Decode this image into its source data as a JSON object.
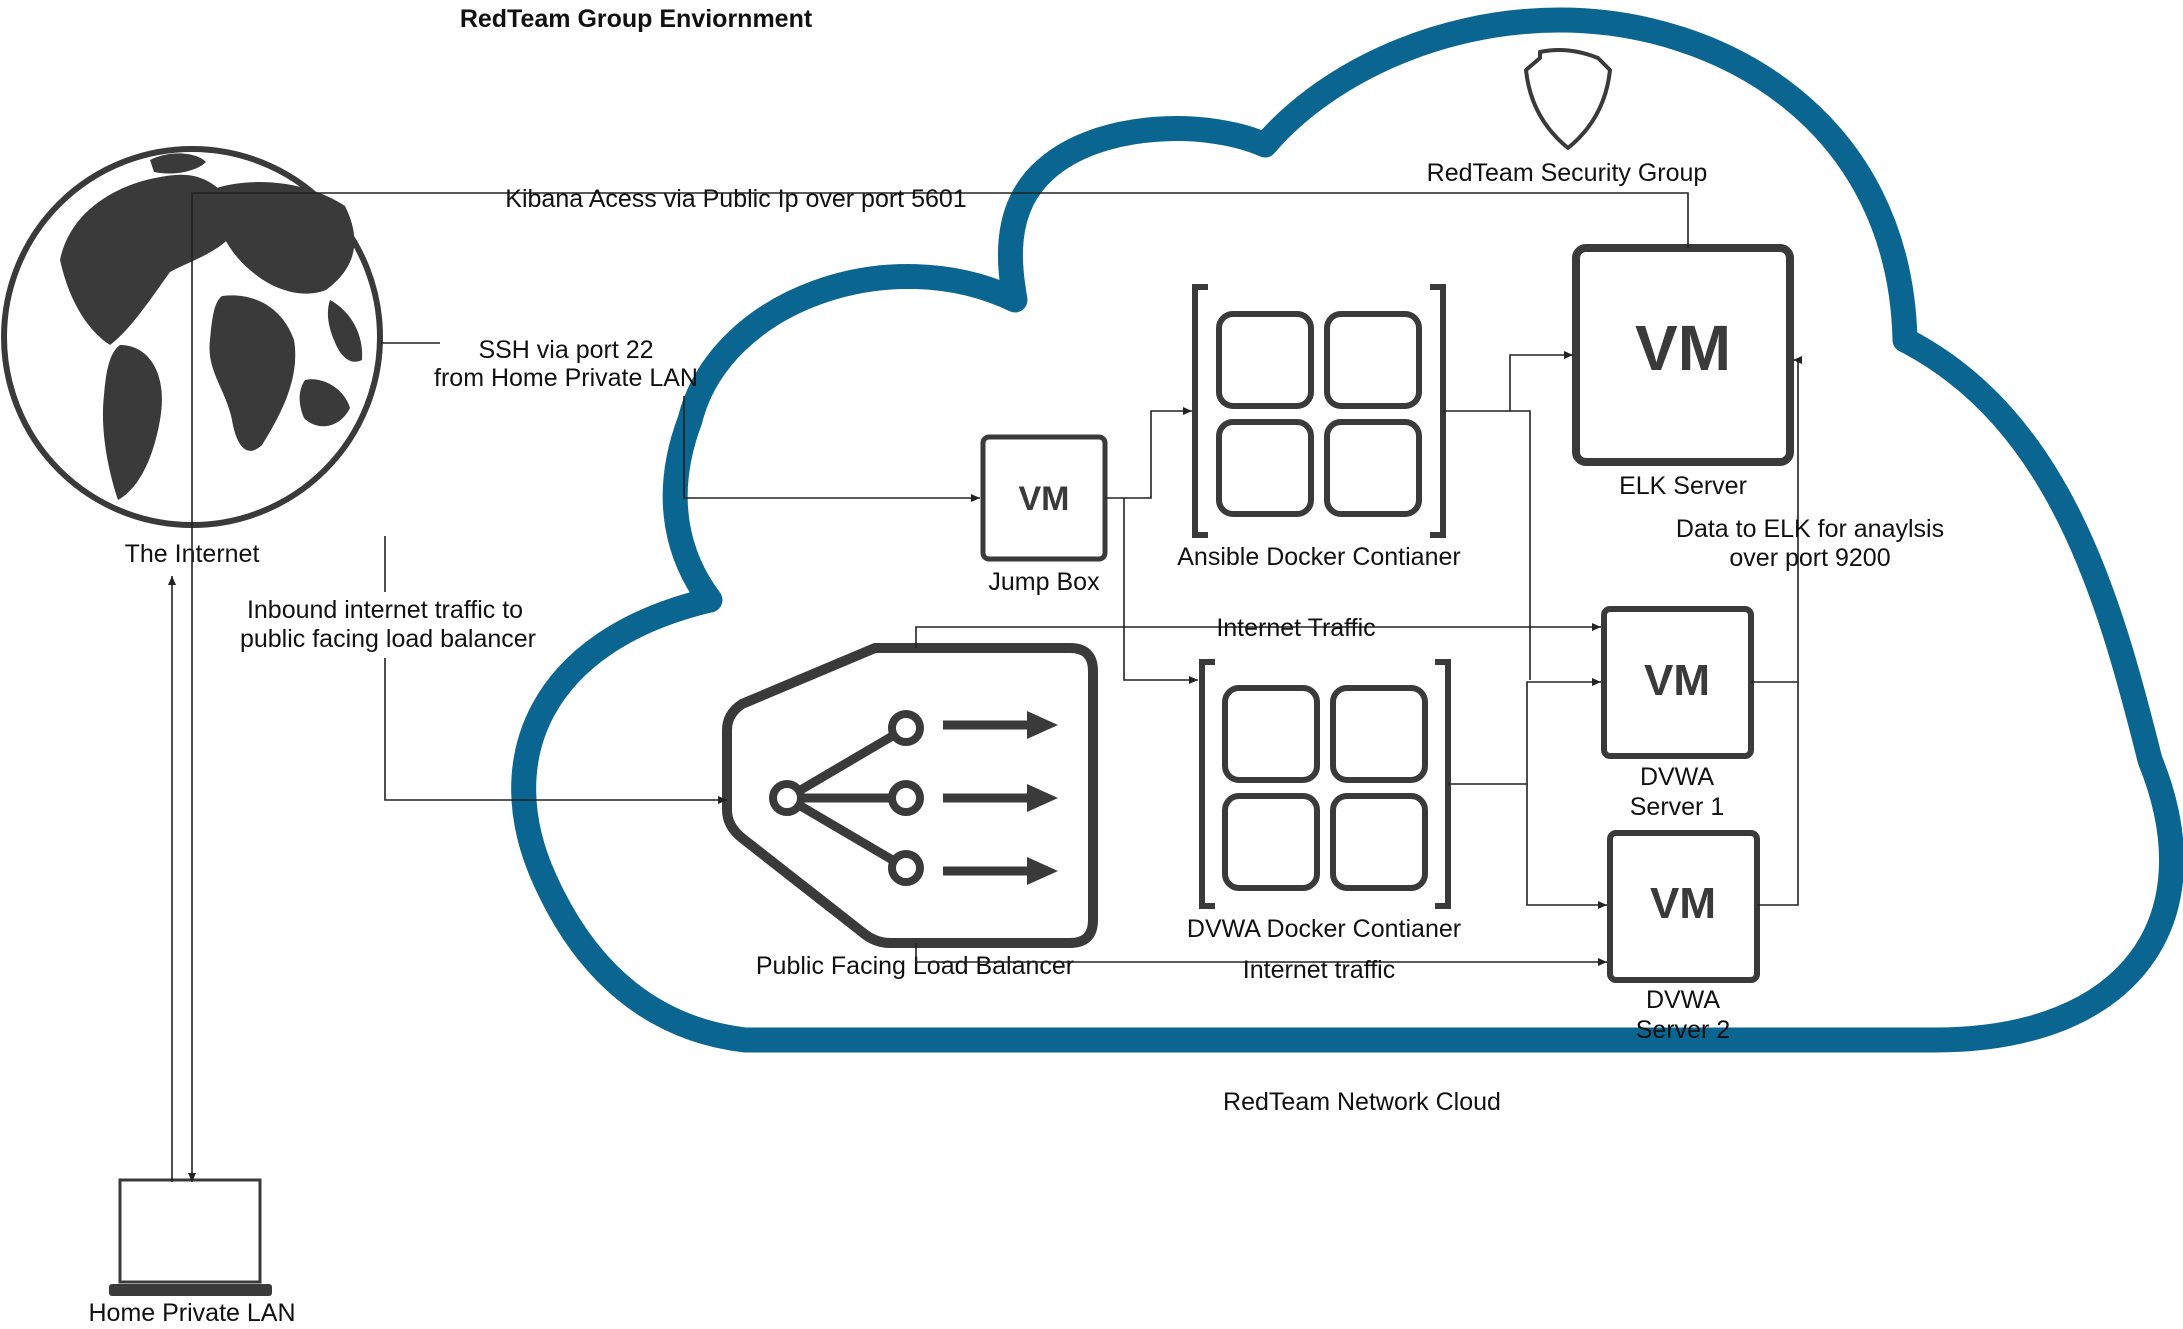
{
  "title": "RedTeam Group Enviornment",
  "colors": {
    "cloud_stroke": "#0a6691",
    "icon_stroke": "#3a3a3a",
    "globe_fill": "#3a3a3a",
    "line": "#222222"
  },
  "icons": {
    "globe": "globe-icon",
    "laptop": "laptop-icon",
    "shield": "shield-icon",
    "load_balancer": "load-balancer-icon",
    "container": "container-grid-icon",
    "cloud": "cloud-icon"
  },
  "nodes": {
    "internet": "The Internet",
    "home_lan": "Home Private LAN",
    "security_group": "RedTeam Security Group",
    "network_cloud": "RedTeam Network Cloud",
    "jump_box": {
      "vm": "VM",
      "label": "Jump Box"
    },
    "elk": {
      "vm": "VM",
      "label": "ELK Server"
    },
    "ansible": "Ansible Docker Contianer",
    "dvwa_container": "DVWA Docker Contianer",
    "dvwa1": {
      "vm": "VM",
      "line1": "DVWA",
      "line2": "Server 1"
    },
    "dvwa2": {
      "vm": "VM",
      "line1": "DVWA",
      "line2": "Server 2"
    },
    "load_balancer": "Public Facing Load Balancer"
  },
  "edges": {
    "kibana": "Kibana Acess via Public Ip over port 5601",
    "ssh_line1": "SSH via port 22",
    "ssh_line2": "from Home Private LAN",
    "inbound_line1": "Inbound internet traffic to",
    "inbound_line2": "public facing load balancer",
    "internet_traffic_1": "Internet Traffic",
    "internet_traffic_2": "Internet traffic",
    "elk_data_line1": "Data to ELK for anaylsis",
    "elk_data_line2": "over port 9200"
  }
}
